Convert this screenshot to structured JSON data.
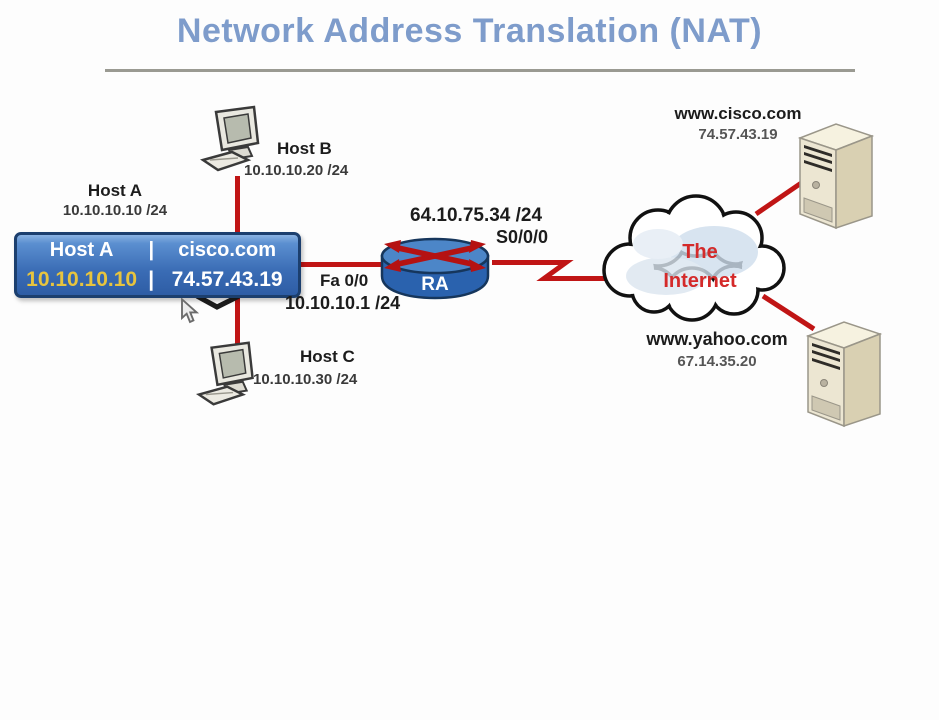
{
  "title": "Network Address Translation (NAT)",
  "hosts": {
    "b": {
      "name": "Host B",
      "ip": "10.10.10.20 /24"
    },
    "a": {
      "name": "Host A",
      "ip": "10.10.10.10 /24"
    },
    "c": {
      "name": "Host C",
      "ip": "10.10.10.30 /24"
    }
  },
  "nat_table": {
    "header_host": "Host A",
    "header_domain": "cisco.com",
    "inside_ip": "10.10.10.10",
    "outside_ip": "74.57.43.19",
    "separator": "|"
  },
  "router": {
    "name": "RA",
    "wan_ip": "64.10.75.34 /24",
    "wan_interface": "S0/0/0",
    "lan_interface": "Fa 0/0",
    "lan_ip": "10.10.10.1 /24"
  },
  "cloud": {
    "line1": "The",
    "line2": "Internet"
  },
  "servers": {
    "cisco": {
      "domain": "www.cisco.com",
      "ip": "74.57.43.19"
    },
    "yahoo": {
      "domain": "www.yahoo.com",
      "ip": "67.14.35.20"
    }
  },
  "colors": {
    "accent_red": "#c01515",
    "table_blue": "#3a6cb5",
    "title_blue": "#7e9ccb",
    "inside_ip_yellow": "#e7c43e"
  }
}
